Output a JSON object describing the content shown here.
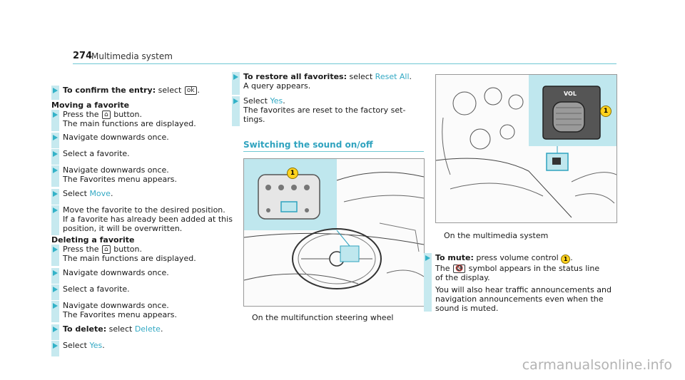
{
  "header": {
    "page_number": "274",
    "title": "Multimedia system"
  },
  "col1": {
    "step_confirm": {
      "bold": "To confirm the entry:",
      "rest": " select ",
      "key": "ok",
      "end": "."
    },
    "moving_heading": "Moving a favorite",
    "moving_steps": [
      {
        "line1_pre": "Press the ",
        "key": "⌂",
        "line1_post": " button.",
        "line2": "The main functions are displayed."
      },
      {
        "line1_pre": "Navigate downwards once."
      },
      {
        "line1_pre": "Select a favorite."
      },
      {
        "line1_pre": "Navigate downwards once.",
        "line2": "The Favorites menu appears."
      },
      {
        "line1_pre": "Select ",
        "link": "Move",
        "line1_post": "."
      },
      {
        "line1_pre": "Move the favorite to the desired position.",
        "line2": "If a favorite has already been added at this",
        "line3": "position, it will be overwritten."
      }
    ],
    "deleting_heading": "Deleting a favorite",
    "deleting_steps": [
      {
        "line1_pre": "Press the ",
        "key": "⌂",
        "line1_post": " button.",
        "line2": "The main functions are displayed."
      },
      {
        "line1_pre": "Navigate downwards once."
      },
      {
        "line1_pre": "Select a favorite."
      },
      {
        "line1_pre": "Navigate downwards once.",
        "line2": "The Favorites menu appears."
      },
      {
        "bold": "To delete:",
        "line1_pre": " select ",
        "link": "Delete",
        "line1_post": "."
      },
      {
        "line1_pre": "Select ",
        "link": "Yes",
        "line1_post": "."
      }
    ]
  },
  "col2": {
    "restore": {
      "bold": "To restore all favorites:",
      "rest": " select ",
      "link": "Reset All",
      "end": ".",
      "line2": "A query appears."
    },
    "select_yes": {
      "pre": "Select ",
      "link": "Yes",
      "end": ".",
      "line2": "The favorites are reset to the factory set-",
      "line3": "tings."
    },
    "section_title": "Switching the sound on/off",
    "callout": "1",
    "caption": "On the multifunction steering wheel"
  },
  "col3": {
    "callout": "1",
    "panel_label": "VOL",
    "caption": "On the multimedia system",
    "mute": {
      "bold": "To mute:",
      "rest": " press volume control ",
      "callout": "1",
      "end": ".",
      "line2_pre": "The ",
      "icon_symbol": "🔇",
      "line2_post": " symbol appears in the status line",
      "line3": "of the display.",
      "line4": "You will also hear traffic announcements and",
      "line5": "navigation announcements even when the",
      "line6": "sound is muted."
    }
  },
  "watermark": "carmanualsonline.info",
  "colors": {
    "accent": "#33a9c4",
    "bar": "#c6e9ef",
    "callout": "#ffd21e"
  }
}
